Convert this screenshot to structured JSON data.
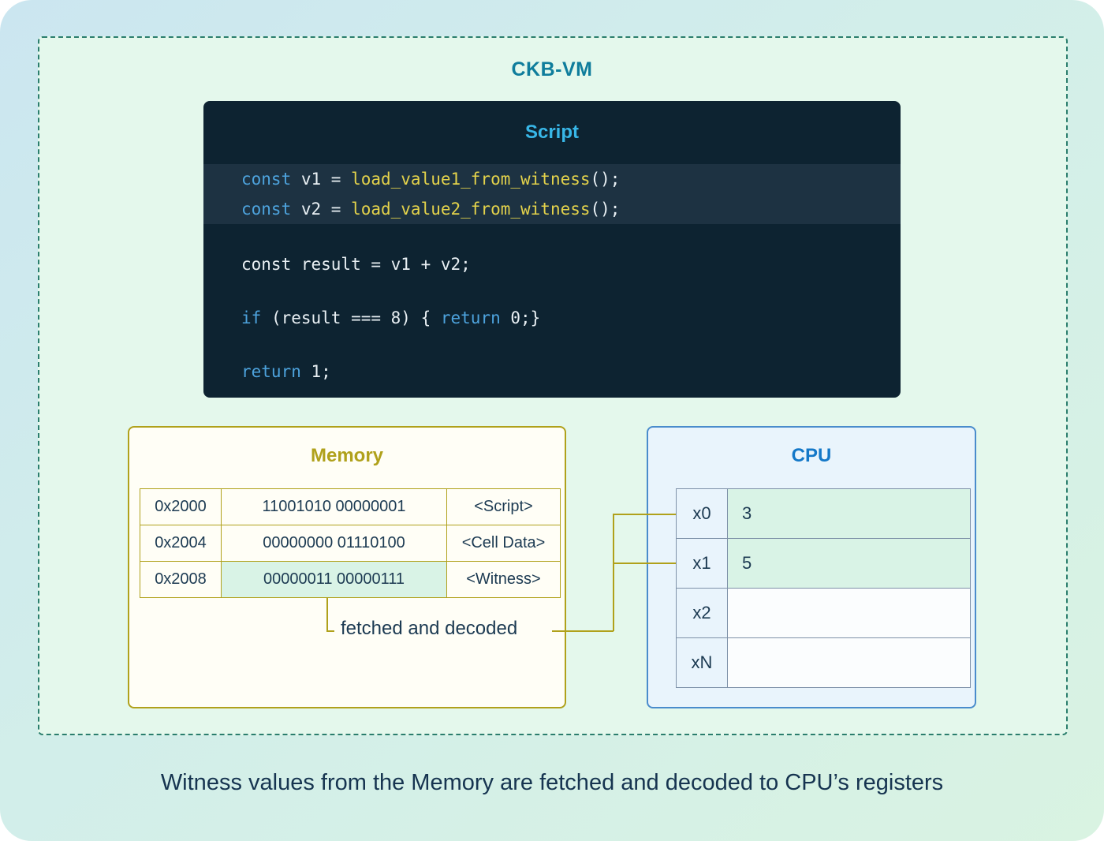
{
  "vm": {
    "title": "CKB-VM"
  },
  "script": {
    "title": "Script",
    "lines": [
      {
        "hl": true,
        "tokens": [
          {
            "c": "kw",
            "t": "const"
          },
          {
            "c": "pl",
            "t": " v1 = "
          },
          {
            "c": "fn",
            "t": "load_value1_from_witness"
          },
          {
            "c": "pl",
            "t": "();"
          }
        ]
      },
      {
        "hl": true,
        "tokens": [
          {
            "c": "kw",
            "t": "const"
          },
          {
            "c": "pl",
            "t": " v2 = "
          },
          {
            "c": "fn",
            "t": "load_value2_from_witness"
          },
          {
            "c": "pl",
            "t": "();"
          }
        ]
      },
      {
        "hl": false,
        "tokens": []
      },
      {
        "hl": false,
        "tokens": [
          {
            "c": "pl",
            "t": "const result = v1 + v2;"
          }
        ]
      },
      {
        "hl": false,
        "tokens": []
      },
      {
        "hl": false,
        "tokens": [
          {
            "c": "kw",
            "t": "if"
          },
          {
            "c": "pl",
            "t": " (result === 8) { "
          },
          {
            "c": "kw",
            "t": "return"
          },
          {
            "c": "pl",
            "t": " 0;}"
          }
        ]
      },
      {
        "hl": false,
        "tokens": []
      },
      {
        "hl": false,
        "tokens": [
          {
            "c": "kw",
            "t": "return"
          },
          {
            "c": "pl",
            "t": " 1;"
          }
        ]
      }
    ]
  },
  "memory": {
    "title": "Memory",
    "rows": [
      {
        "addr": "0x2000",
        "bits": "11001010 00000001",
        "label": "<Script>",
        "hl": false
      },
      {
        "addr": "0x2004",
        "bits": "00000000 01110100",
        "label": "<Cell Data>",
        "hl": false
      },
      {
        "addr": "0x2008",
        "bits": "00000011 00000111",
        "label": "<Witness>",
        "hl": true
      }
    ],
    "note": "fetched and decoded"
  },
  "cpu": {
    "title": "CPU",
    "rows": [
      {
        "reg": "x0",
        "val": "3",
        "hl": true
      },
      {
        "reg": "x1",
        "val": "5",
        "hl": true
      },
      {
        "reg": "x2",
        "val": "",
        "hl": false
      },
      {
        "reg": "xN",
        "val": "",
        "hl": false
      }
    ]
  },
  "caption": "Witness values from the Memory are fetched and decoded to CPU’s registers",
  "colors": {
    "vm_title_teal": "#0f7d9c",
    "script_title_cyan": "#38b7e8",
    "code_keyword_blue": "#4da3dd",
    "code_function_yellow": "#e3d24b",
    "memory_gold": "#b0a11b",
    "cpu_blue": "#1478c8",
    "text_navy": "#1c3a52",
    "highlight_mint": "#d9f3e6",
    "code_bg_navy": "#0d2331"
  }
}
